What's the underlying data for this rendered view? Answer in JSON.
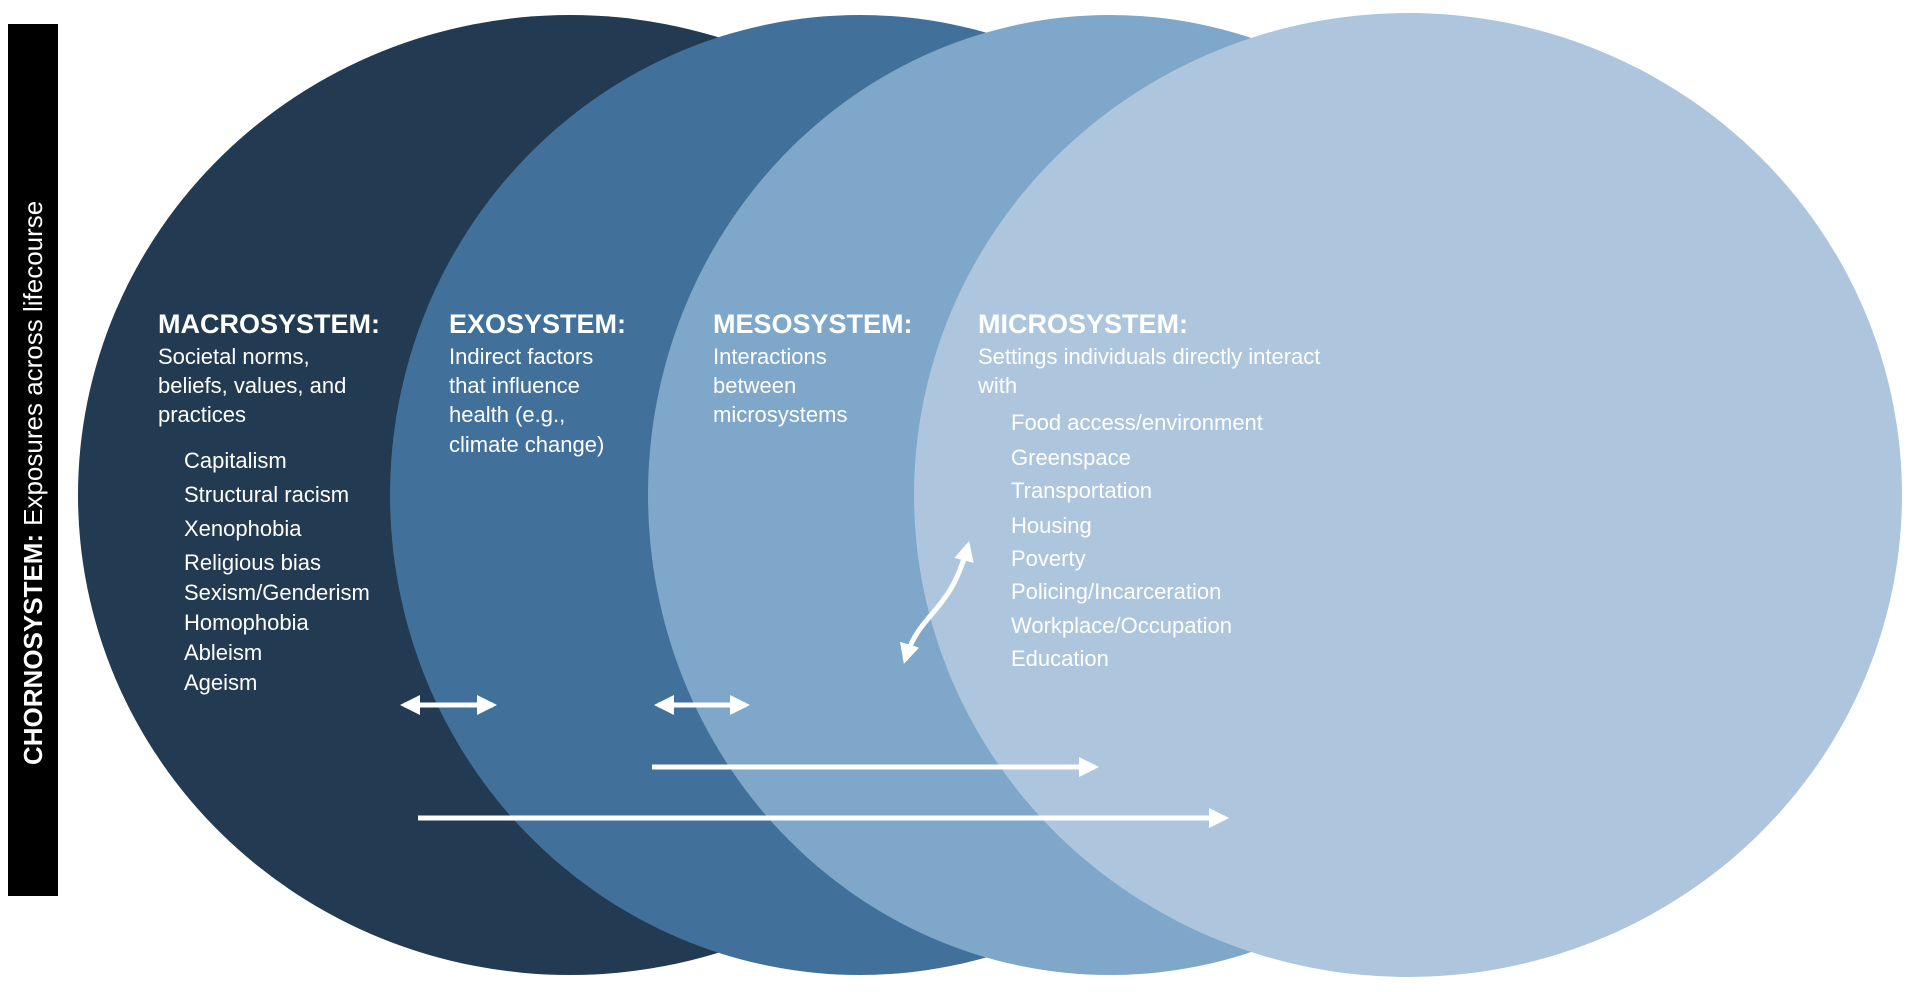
{
  "colors": {
    "macrosystem": "#223a52",
    "exosystem": "#41719a",
    "mesosystem": "#7ea7c9",
    "microsystem": "#adc6dd",
    "chronosystem_bar": "#000000",
    "text": "#ffffff"
  },
  "chronosystem": {
    "heading": "CHORNOSYSTEM:",
    "description": "Exposures across lifecourse"
  },
  "macrosystem": {
    "heading": "MACROSYSTEM:",
    "description_lines": [
      "Societal norms,",
      "beliefs, values, and",
      "practices"
    ],
    "items": [
      "Capitalism",
      "Structural racism",
      "Xenophobia",
      "Religious bias",
      "Sexism/Genderism",
      "Homophobia",
      "Ableism",
      "Ageism"
    ]
  },
  "exosystem": {
    "heading": "EXOSYSTEM:",
    "description_lines": [
      "Indirect factors",
      "that influence",
      "health (e.g.,",
      "climate change)"
    ]
  },
  "mesosystem": {
    "heading": "MESOSYSTEM:",
    "description_lines": [
      "Interactions",
      "between",
      "microsystems"
    ]
  },
  "microsystem": {
    "heading": "MICROSYSTEM:",
    "description_lines": [
      "Settings individuals directly interact",
      "with"
    ],
    "items": [
      "Food access/environment",
      "Greenspace",
      "Transportation",
      "Housing",
      "Poverty",
      "Policing/Incarceration",
      "Workplace/Occupation",
      "Education"
    ]
  },
  "arrows": {
    "macro_exo": "double-arrow",
    "exo_meso": "double-arrow",
    "meso_micro": "curved-double-arrow",
    "exo_to_micro": "arrow-right",
    "macro_to_micro": "arrow-right"
  }
}
